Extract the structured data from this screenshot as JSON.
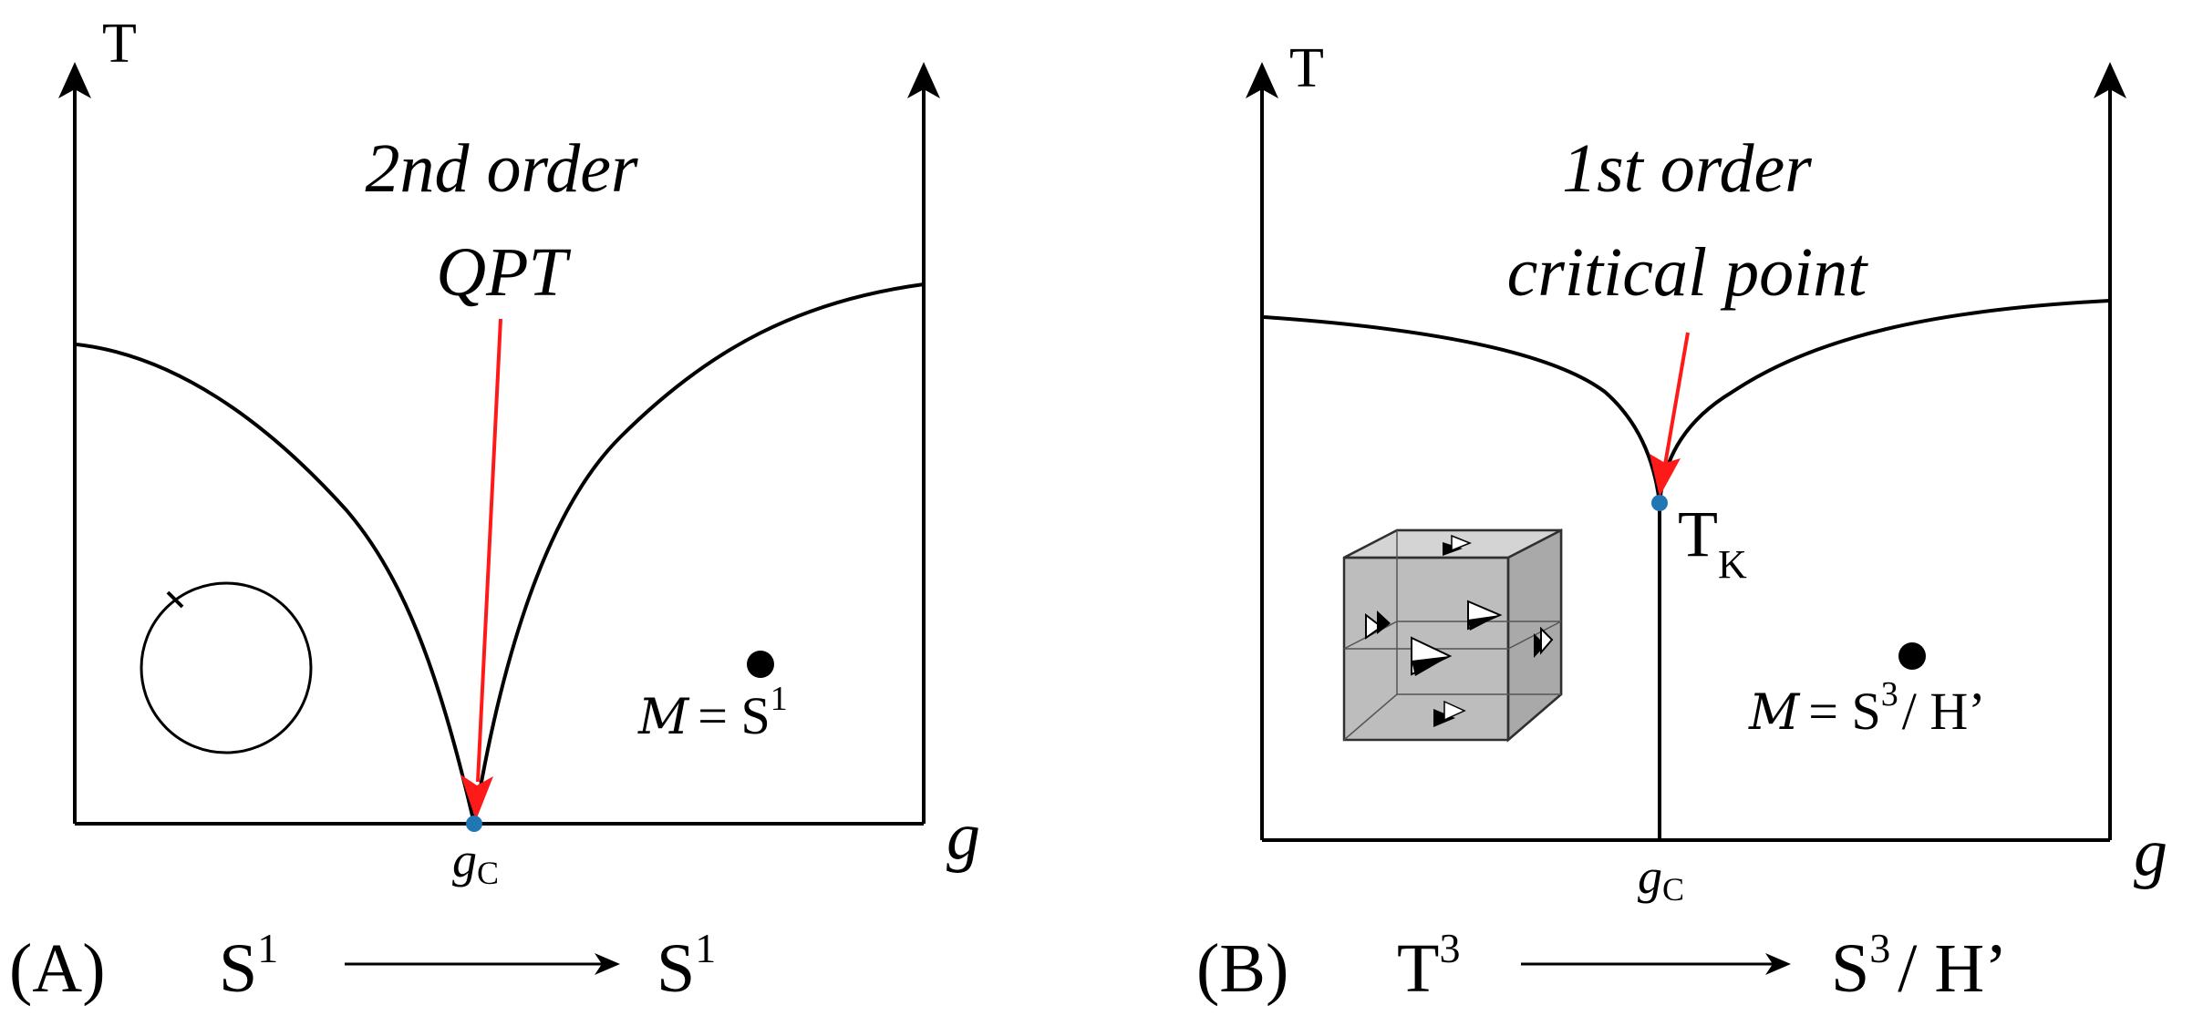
{
  "panel_a": {
    "y_axis_label": "T",
    "x_axis_label": "g",
    "annotation_line1": "2nd order",
    "annotation_line2": "QPT",
    "critical_label_main": "g",
    "critical_label_sub": "C",
    "manifold_symbol": "M",
    "manifold_eq": "= S",
    "manifold_sup": "1",
    "caption_letter": "(A)",
    "caption_from": "S",
    "caption_from_sup": "1",
    "caption_to": "S",
    "caption_to_sup": "1"
  },
  "panel_b": {
    "y_axis_label": "T",
    "x_axis_label": "g",
    "annotation_line1": "1st order",
    "annotation_line2": "critical point",
    "point_label_main": "T",
    "point_label_sub": "K",
    "critical_label_main": "g",
    "critical_label_sub": "C",
    "manifold_symbol": "M",
    "manifold_eq": "= S",
    "manifold_sup": "3",
    "manifold_tail": "/ H’",
    "caption_letter": "(B)",
    "caption_from": "T",
    "caption_from_sup": "3",
    "caption_to": "S",
    "caption_to_sup": "3",
    "caption_to_tail": "/ H’"
  },
  "colors": {
    "line": "#000000",
    "arrow": "#ff1a1a",
    "critical_point": "#1f77b4",
    "cube_fill": "#c8c8c8",
    "cube_edge": "#404040"
  }
}
